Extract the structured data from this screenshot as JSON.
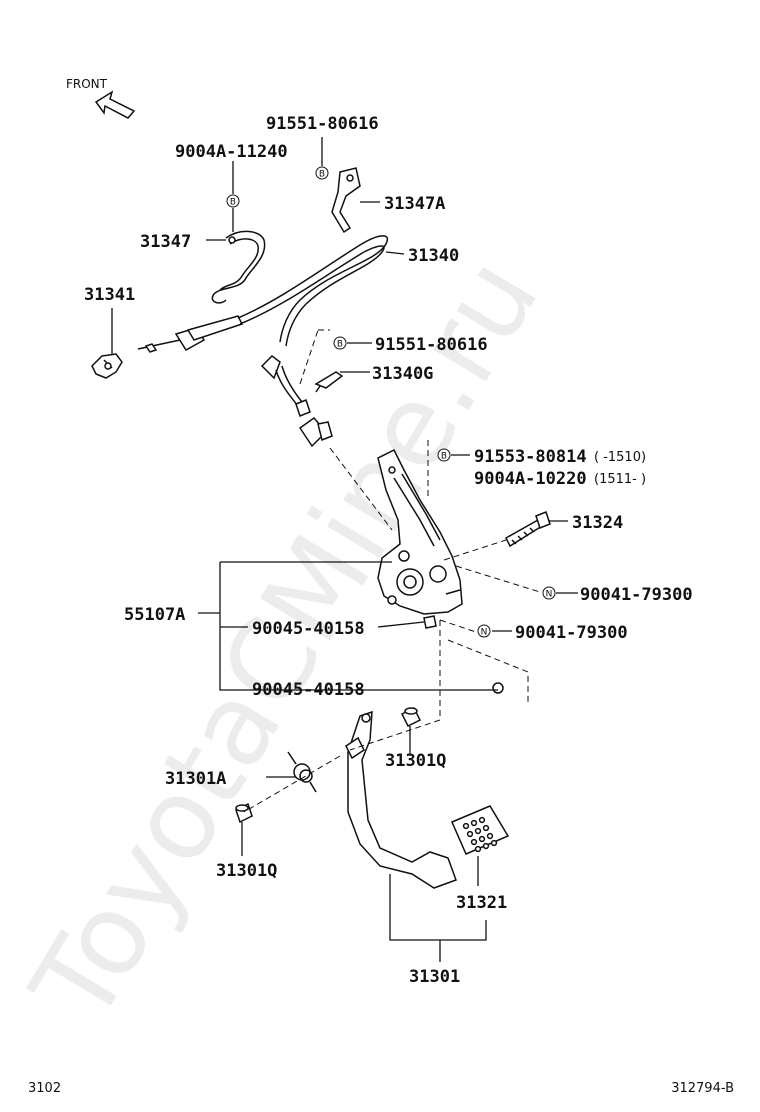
{
  "front_label": "FRONT",
  "watermark": "ToyotaCMine.ru",
  "footer": {
    "left": "3102",
    "right": "312794-B"
  },
  "marker_letters": {
    "b": "B",
    "n": "N"
  },
  "labels": {
    "p91551_80616_top": "91551-80616",
    "p9004a_11240": "9004A-11240",
    "p31347a": "31347A",
    "p31347": "31347",
    "p31340": "31340",
    "p31341": "31341",
    "p91551_80616_mid": "91551-80616",
    "p31340g": "31340G",
    "p91553_80814": "91553-80814",
    "p91553_80814_range": "(      -1510)",
    "p9004a_10220": "9004A-10220",
    "p9004a_10220_range": "(1511-      )",
    "p31324": "31324",
    "p55107a": "55107A",
    "p90041_79300_a": "90041-79300",
    "p90045_40158_a": "90045-40158",
    "p90041_79300_b": "90041-79300",
    "p90045_40158_b": "90045-40158",
    "p31301q_right": "31301Q",
    "p31301a": "31301A",
    "p31301q_left": "31301Q",
    "p31321": "31321",
    "p31301": "31301"
  }
}
